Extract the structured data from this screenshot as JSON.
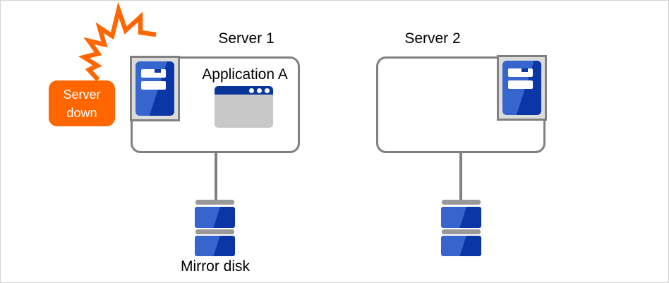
{
  "badge": {
    "line1": "Server",
    "line2": "down",
    "full_label": "Server down"
  },
  "server1": {
    "label": "Server 1",
    "application_label": "Application A"
  },
  "server2": {
    "label": "Server 2"
  },
  "mirror_disk": {
    "label": "Mirror disk"
  },
  "icons": {
    "crash_flash": "orange zigzag crash flash",
    "server_tower": "blue server tower with drive bays",
    "application_window": "window with blue titlebar and three dots",
    "mirror_disk": "stacked disk drive"
  },
  "colors": {
    "accent_orange": "#FF6600",
    "box_border": "#808080",
    "connector": "#808080",
    "icon_frame_fill": "#DCDCDC",
    "blue_light": "#3565CD",
    "blue_dark": "#0A36A6",
    "window_titlebar": "#0B3699",
    "window_body": "#C8C8C8",
    "disk_cap": "#999999",
    "canvas_border": "#D3D3D3",
    "text": "#000000",
    "badge_text": "#FFFFFF"
  }
}
